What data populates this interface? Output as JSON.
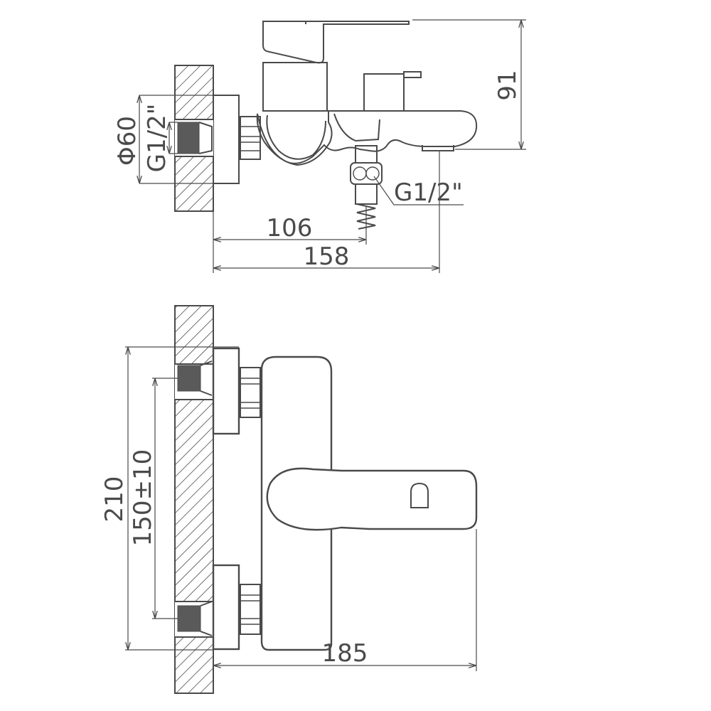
{
  "top_view": {
    "dims": {
      "height": "91",
      "diameter": "Φ60",
      "thread_wall": "G1/2\"",
      "thread_outlet": "G1/2\"",
      "to_outlet": "106",
      "depth": "158"
    }
  },
  "front_view": {
    "dims": {
      "overall_height": "210",
      "center_distance": "150±10",
      "width": "185"
    }
  },
  "colors": {
    "line": "#4a4a4a",
    "thread": "#5a5a5a",
    "background": "#ffffff"
  }
}
